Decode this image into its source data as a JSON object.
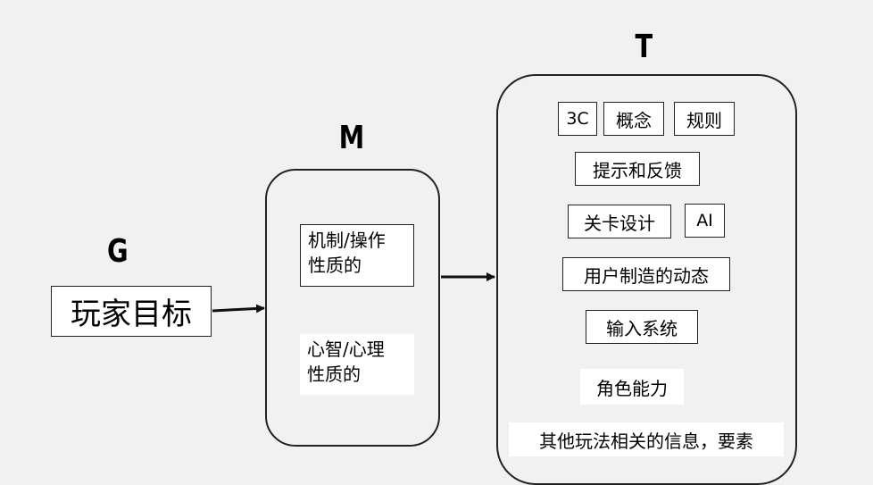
{
  "labels": {
    "g": "G",
    "m": "M",
    "t": "T"
  },
  "g_box": {
    "text": "玩家目标"
  },
  "m_group": {
    "mechanics": [
      "机制/操作",
      "性质的"
    ],
    "mental": [
      "心智/心理",
      "性质的"
    ]
  },
  "t_group": {
    "items": [
      "3C",
      "概念",
      "规则",
      "提示和反馈",
      "关卡设计",
      "AI",
      "用户制造的动态",
      "输入系统",
      "角色能力",
      "其他玩法相关的信息，要素"
    ]
  }
}
